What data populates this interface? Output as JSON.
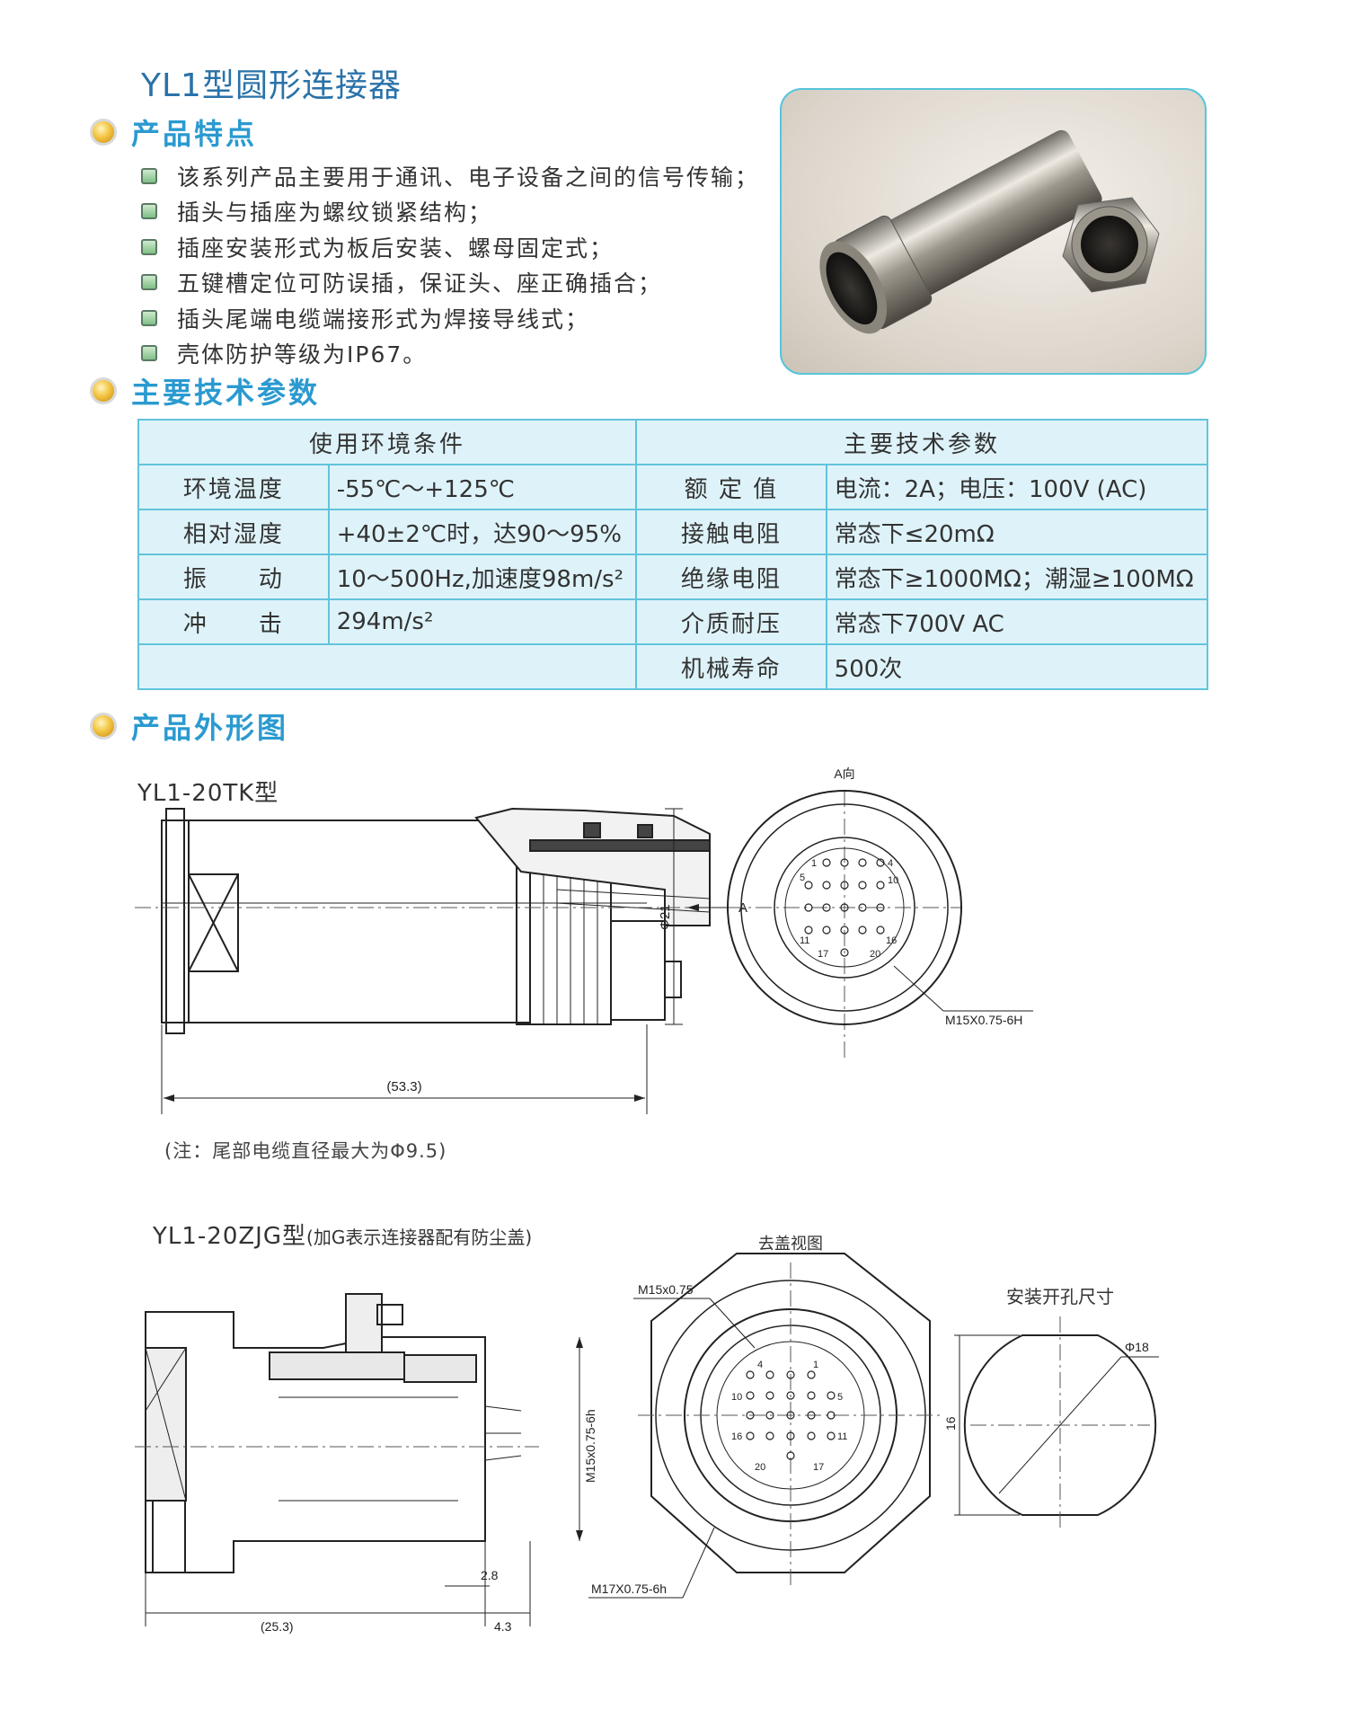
{
  "page_title": "YL1型圆形连接器",
  "sections": {
    "features": "产品特点",
    "specs": "主要技术参数",
    "outline": "产品外形图"
  },
  "features": [
    "该系列产品主要用于通讯、电子设备之间的信号传输；",
    "插头与插座为螺纹锁紧结构；",
    "插座安装形式为板后安装、螺母固定式；",
    "五键槽定位可防误插，保证头、座正确插合；",
    "插头尾端电缆端接形式为焊接导线式；",
    "壳体防护等级为IP67。"
  ],
  "table": {
    "header_left": "使用环境条件",
    "header_right": "主要技术参数",
    "rows": [
      {
        "k1": "环境温度",
        "v1": "-55℃～+125℃",
        "k2": "额 定 值",
        "v2": "电流：2A；电压：100V (AC)"
      },
      {
        "k1": "相对湿度",
        "v1": "+40±2℃时，达90～95%",
        "k2": "接触电阻",
        "v2": "常态下≤20mΩ"
      },
      {
        "k1": "振　　动",
        "v1": "10～500Hz,加速度98m/s²",
        "k2": "绝缘电阻",
        "v2": "常态下≥1000MΩ；潮湿≥100MΩ"
      },
      {
        "k1": "冲　　击",
        "v1": "294m/s²",
        "k2": "介质耐压",
        "v2": "常态下700V AC"
      },
      {
        "k1": "",
        "v1": "",
        "k2": "机械寿命",
        "v2": "500次"
      }
    ]
  },
  "drawing1": {
    "model": "YL1-20TK型",
    "view_label": "A向",
    "arrow_label": "A",
    "dim_length": "(53.3)",
    "dim_dia": "Φ21",
    "thread": "M15X0.75-6H",
    "note": "(注：尾部电缆直径最大为Φ9.5)",
    "pins": [
      "1",
      "4",
      "5",
      "10",
      "11",
      "16",
      "17",
      "20"
    ]
  },
  "drawing2": {
    "model": "YL1-20ZJG型",
    "model_note": "(加G表示连接器配有防尘盖)",
    "view_title": "去盖视图",
    "thread_top": "M15x0.75",
    "thread_side": "M15x0.75-6h",
    "thread_bottom": "M17X0.75-6h",
    "dim_a": "2.8",
    "dim_b": "4.3",
    "dim_c": "(25.3)",
    "pins": [
      "4",
      "1",
      "10",
      "5",
      "16",
      "11",
      "20",
      "17"
    ],
    "hole_title": "安装开孔尺寸",
    "hole_dia": "Φ18",
    "hole_flat": "16"
  },
  "colors": {
    "title": "#2a72a8",
    "section": "#2a9ad0",
    "table_bg": "#def3f9",
    "table_border": "#62c3dc"
  }
}
